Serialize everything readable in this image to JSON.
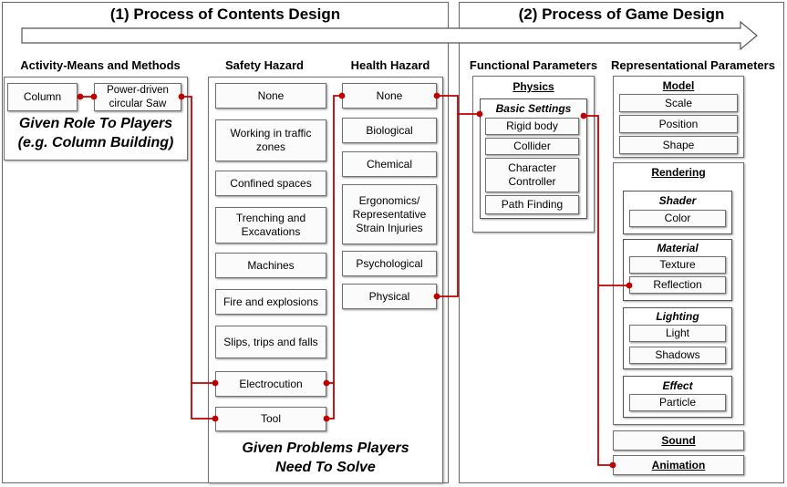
{
  "header_left": "(1) Process of Contents Design",
  "header_right": "(2) Process of Game Design",
  "activity": {
    "title": "Activity-Means and Methods",
    "items": [
      "Column",
      "Power-driven circular Saw"
    ],
    "caption": [
      "Given Role To Players",
      "(e.g. Column Building)"
    ]
  },
  "safety": {
    "title": "Safety Hazard",
    "items": [
      "None",
      "Working in traffic zones",
      "Confined spaces",
      "Trenching and Excavations",
      "Machines",
      "Fire and explosions",
      "Slips, trips and falls",
      "Electrocution",
      "Tool"
    ]
  },
  "health": {
    "title": "Health Hazard",
    "items": [
      "None",
      "Biological",
      "Chemical",
      "Ergonomics/ Representative Strain Injuries",
      "Psychological",
      "Physical"
    ]
  },
  "problems_caption": [
    "Given Problems Players",
    "Need To Solve"
  ],
  "functional": {
    "title": "Functional Parameters",
    "physics": {
      "title": "Physics",
      "basic_title": "Basic Settings",
      "items": [
        "Rigid body",
        "Collider",
        "Character Controller",
        "Path Finding"
      ]
    }
  },
  "representational": {
    "title": "Representational Parameters",
    "model": {
      "title": "Model",
      "items": [
        "Scale",
        "Position",
        "Shape"
      ]
    },
    "rendering": {
      "title": "Rendering",
      "shader": {
        "title": "Shader",
        "items": [
          "Color"
        ]
      },
      "material": {
        "title": "Material",
        "items": [
          "Texture",
          "Reflection"
        ]
      },
      "lighting": {
        "title": "Lighting",
        "items": [
          "Light",
          "Shadows"
        ]
      },
      "effect": {
        "title": "Effect",
        "items": [
          "Particle"
        ]
      }
    },
    "sound": "Sound",
    "animation": "Animation"
  },
  "colors": {
    "connector": "#c00000",
    "dots": "#8a8a8a"
  }
}
